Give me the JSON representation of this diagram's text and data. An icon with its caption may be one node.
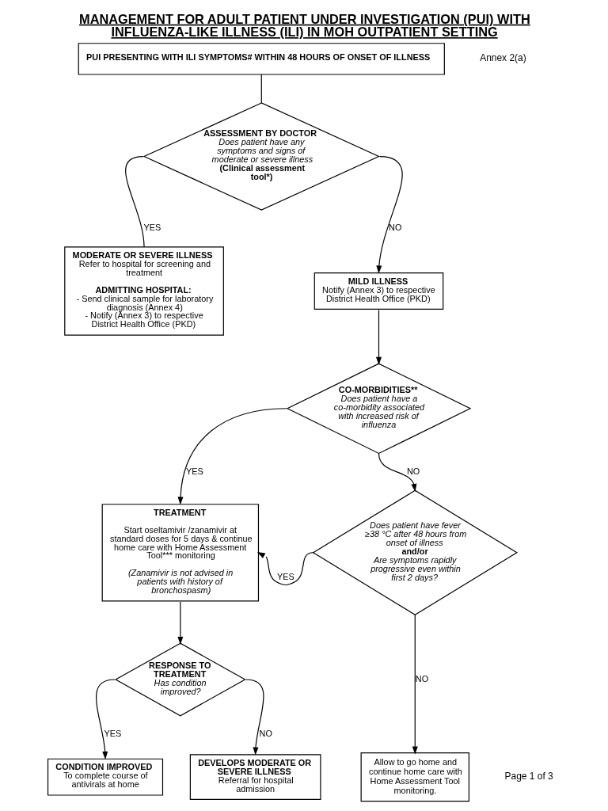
{
  "diagram": {
    "title": "MANAGEMENT FOR ADULT PATIENT UNDER INVESTIGATION (PUI) WITH INFLUENZA-LIKE ILLNESS (ILI) IN MOH OUTPATIENT SETTING",
    "nodes": [
      {
        "text": [
          "PUI PRESENTING WITH ILI SYMPTOMS# WITHIN 48 HOURS OF ONSET OF ILLNESS"
        ]
      },
      {
        "text": [
          "ASSESSMENT BY DOCTOR",
          "Does patient have any symptoms and signs of moderate or severe illness",
          "(Clinical assessment tool*)"
        ]
      },
      {
        "text": [
          "MODERATE OR SEVERE ILLNESS",
          "Refer to hospital for screening and treatment",
          "ADMITTING HOSPITAL:",
          "- Send clinical sample for laboratory diagnosis (Annex 4)",
          "- Notify (Annex 3) to respective District Health Office (PKD)"
        ]
      },
      {
        "text": [
          "MILD ILLNESS",
          "Notify (Annex 3) to respective District Health Office (PKD)"
        ]
      },
      {
        "text": [
          "CO-MORBIDITIES**",
          "Does patient have a co-morbidity associated with increased risk of influenza"
        ]
      },
      {
        "text": [
          "TREATMENT",
          "Start oseltamivir /zanamivir at standard doses for 5 days & continue home care with Home Assessment Tool*** monitoring",
          "(Zanamivir is not advised in patients with history of bronchospasm)"
        ]
      },
      {
        "text": [
          "Does patient have fever ≥38 °C after 48 hours from onset of illness",
          "and/or",
          "Are symptoms rapidly progressive even within first 2 days?"
        ]
      },
      {
        "text": [
          "RESPONSE TO TREATMENT",
          "Has condition improved?"
        ]
      },
      {
        "text": [
          "CONDITION IMPROVED",
          "To complete course of antivirals at home"
        ]
      },
      {
        "text": [
          "DEVELOPS MODERATE OR SEVERE ILLNESS",
          "Referral for hospital admission"
        ]
      },
      {
        "text": [
          "Allow to go home and continue home care with Home Assessment Tool monitoring."
        ]
      }
    ],
    "edges": [
      {
        "from": 0,
        "to": 1,
        "arrow": "none"
      },
      {
        "from": 1,
        "to": 2,
        "arrow": "none",
        "label": "YES"
      },
      {
        "from": 1,
        "to": 3,
        "arrow": "to",
        "label": "NO"
      },
      {
        "from": 3,
        "to": 4,
        "arrow": "to"
      },
      {
        "from": 4,
        "to": 5,
        "arrow": "to",
        "label": "YES"
      },
      {
        "from": 4,
        "to": 6,
        "arrow": "to",
        "label": "NO"
      },
      {
        "from": 6,
        "to": 5,
        "arrow": "to",
        "label": "YES"
      },
      {
        "from": 6,
        "to": 10,
        "arrow": "to",
        "label": "NO"
      },
      {
        "from": 5,
        "to": 7,
        "arrow": "to"
      },
      {
        "from": 7,
        "to": 8,
        "arrow": "to",
        "label": "YES"
      },
      {
        "from": 7,
        "to": 9,
        "arrow": "to",
        "label": "NO"
      }
    ],
    "labels": [
      "Annex 2(a)",
      "Page 1 of 3"
    ]
  }
}
